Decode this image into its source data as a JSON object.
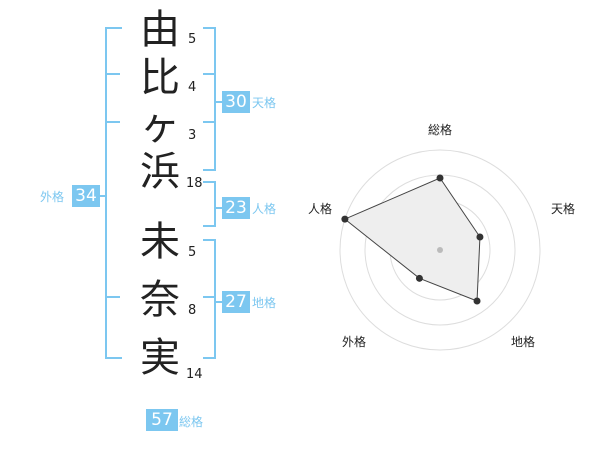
{
  "name": {
    "chars": [
      {
        "char": "由",
        "strokes": 5
      },
      {
        "char": "比",
        "strokes": 4
      },
      {
        "char": "ヶ",
        "strokes": 3
      },
      {
        "char": "浜",
        "strokes": 18
      },
      {
        "char": "未",
        "strokes": 5
      },
      {
        "char": "奈",
        "strokes": 8
      },
      {
        "char": "実",
        "strokes": 14
      }
    ]
  },
  "fortunes": {
    "tenkaku": {
      "label": "天格",
      "value": 30
    },
    "jinkaku": {
      "label": "人格",
      "value": 23
    },
    "chikaku": {
      "label": "地格",
      "value": 27
    },
    "gaikaku": {
      "label": "外格",
      "value": 34
    },
    "soukaku": {
      "label": "総格",
      "value": 57
    }
  },
  "radar": {
    "axes": [
      {
        "key": "soukaku",
        "label": "総格",
        "level": 0.72
      },
      {
        "key": "tenkaku",
        "label": "天格",
        "level": 0.42
      },
      {
        "key": "chikaku",
        "label": "地格",
        "level": 0.63
      },
      {
        "key": "gaikaku",
        "label": "外格",
        "level": 0.35
      },
      {
        "key": "jinkaku",
        "label": "人格",
        "level": 1.0
      }
    ],
    "rings": 4,
    "colors": {
      "ring": "#dddddd",
      "fill": "#eeeeee",
      "line": "#444444",
      "dot": "#333333",
      "center": "#bbbbbb"
    }
  },
  "colors": {
    "accent": "#7cc7f0"
  }
}
